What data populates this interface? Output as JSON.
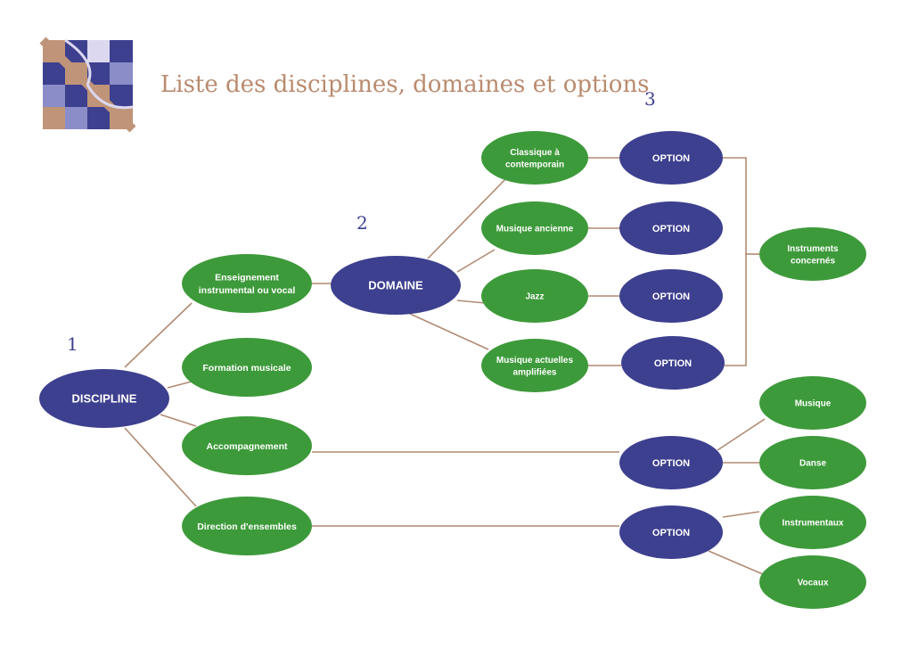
{
  "title": "Liste des disciplines, domaines et options",
  "colors": {
    "blue": "#3d3f8f",
    "green": "#3d9a3a",
    "edge": "#b08a72",
    "title": "#b98b6e"
  },
  "levels": {
    "l1": "1",
    "l2": "2",
    "l3": "3"
  },
  "nodes": {
    "discipline": [
      "DISCIPLINE"
    ],
    "enseignement": [
      "Enseignement",
      "instrumental ou vocal"
    ],
    "formation": [
      "Formation musicale"
    ],
    "accompagnement": [
      "Accompagnement"
    ],
    "direction": [
      "Direction d'ensembles"
    ],
    "domaine": [
      "DOMAINE"
    ],
    "classique": [
      "Classique à",
      "contemporain"
    ],
    "ancienne": [
      "Musique ancienne"
    ],
    "jazz": [
      "Jazz"
    ],
    "actuelles": [
      "Musique actuelles",
      "amplifiées"
    ],
    "opt1": [
      "OPTION"
    ],
    "opt2": [
      "OPTION"
    ],
    "opt3": [
      "OPTION"
    ],
    "opt4": [
      "OPTION"
    ],
    "opt5": [
      "OPTION"
    ],
    "opt6": [
      "OPTION"
    ],
    "instruments": [
      "Instruments",
      "concernés"
    ],
    "musique": [
      "Musique"
    ],
    "danse": [
      "Danse"
    ],
    "instrumentaux": [
      "Instrumentaux"
    ],
    "vocaux": [
      "Vocaux"
    ]
  }
}
